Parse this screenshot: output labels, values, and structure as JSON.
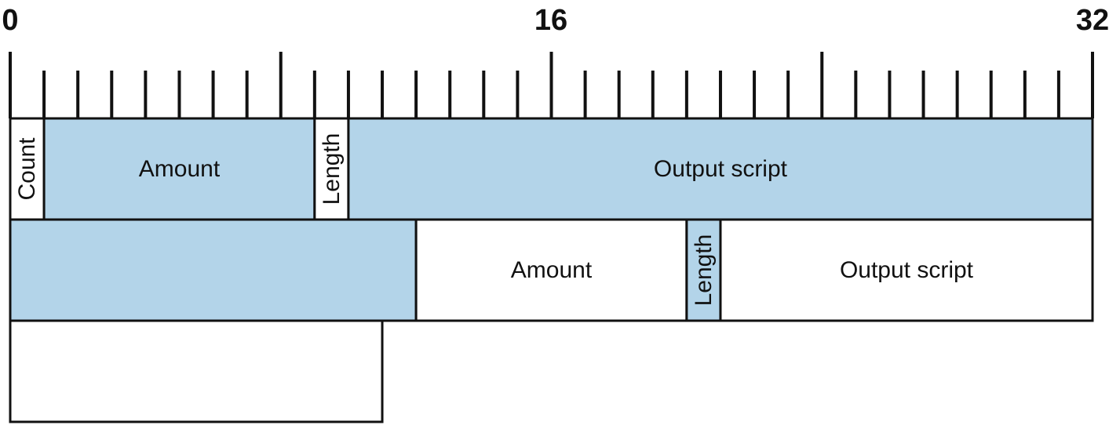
{
  "scale": {
    "start_label": "0",
    "mid_label": "16",
    "end_label": "32",
    "total_units": 32
  },
  "colors": {
    "shaded": "#b3d4e9",
    "plain": "#ffffff",
    "stroke": "#111111"
  },
  "rows": [
    {
      "fields": [
        {
          "label": "Count",
          "start": 0,
          "width": 1,
          "vertical": true,
          "shaded": false
        },
        {
          "label": "Amount",
          "start": 1,
          "width": 8,
          "vertical": false,
          "shaded": true
        },
        {
          "label": "Length",
          "start": 9,
          "width": 1,
          "vertical": true,
          "shaded": false
        },
        {
          "label": "Output script",
          "start": 10,
          "width": 22,
          "vertical": false,
          "shaded": true
        }
      ]
    },
    {
      "fields": [
        {
          "label": "",
          "start": 0,
          "width": 12,
          "vertical": false,
          "shaded": true
        },
        {
          "label": "Amount",
          "start": 12,
          "width": 8,
          "vertical": false,
          "shaded": false
        },
        {
          "label": "Length",
          "start": 20,
          "width": 1,
          "vertical": true,
          "shaded": true
        },
        {
          "label": "Output script",
          "start": 21,
          "width": 11,
          "vertical": false,
          "shaded": false
        }
      ]
    },
    {
      "fields": [
        {
          "label": "",
          "start": 0,
          "width": 11,
          "vertical": false,
          "shaded": false
        }
      ]
    }
  ]
}
